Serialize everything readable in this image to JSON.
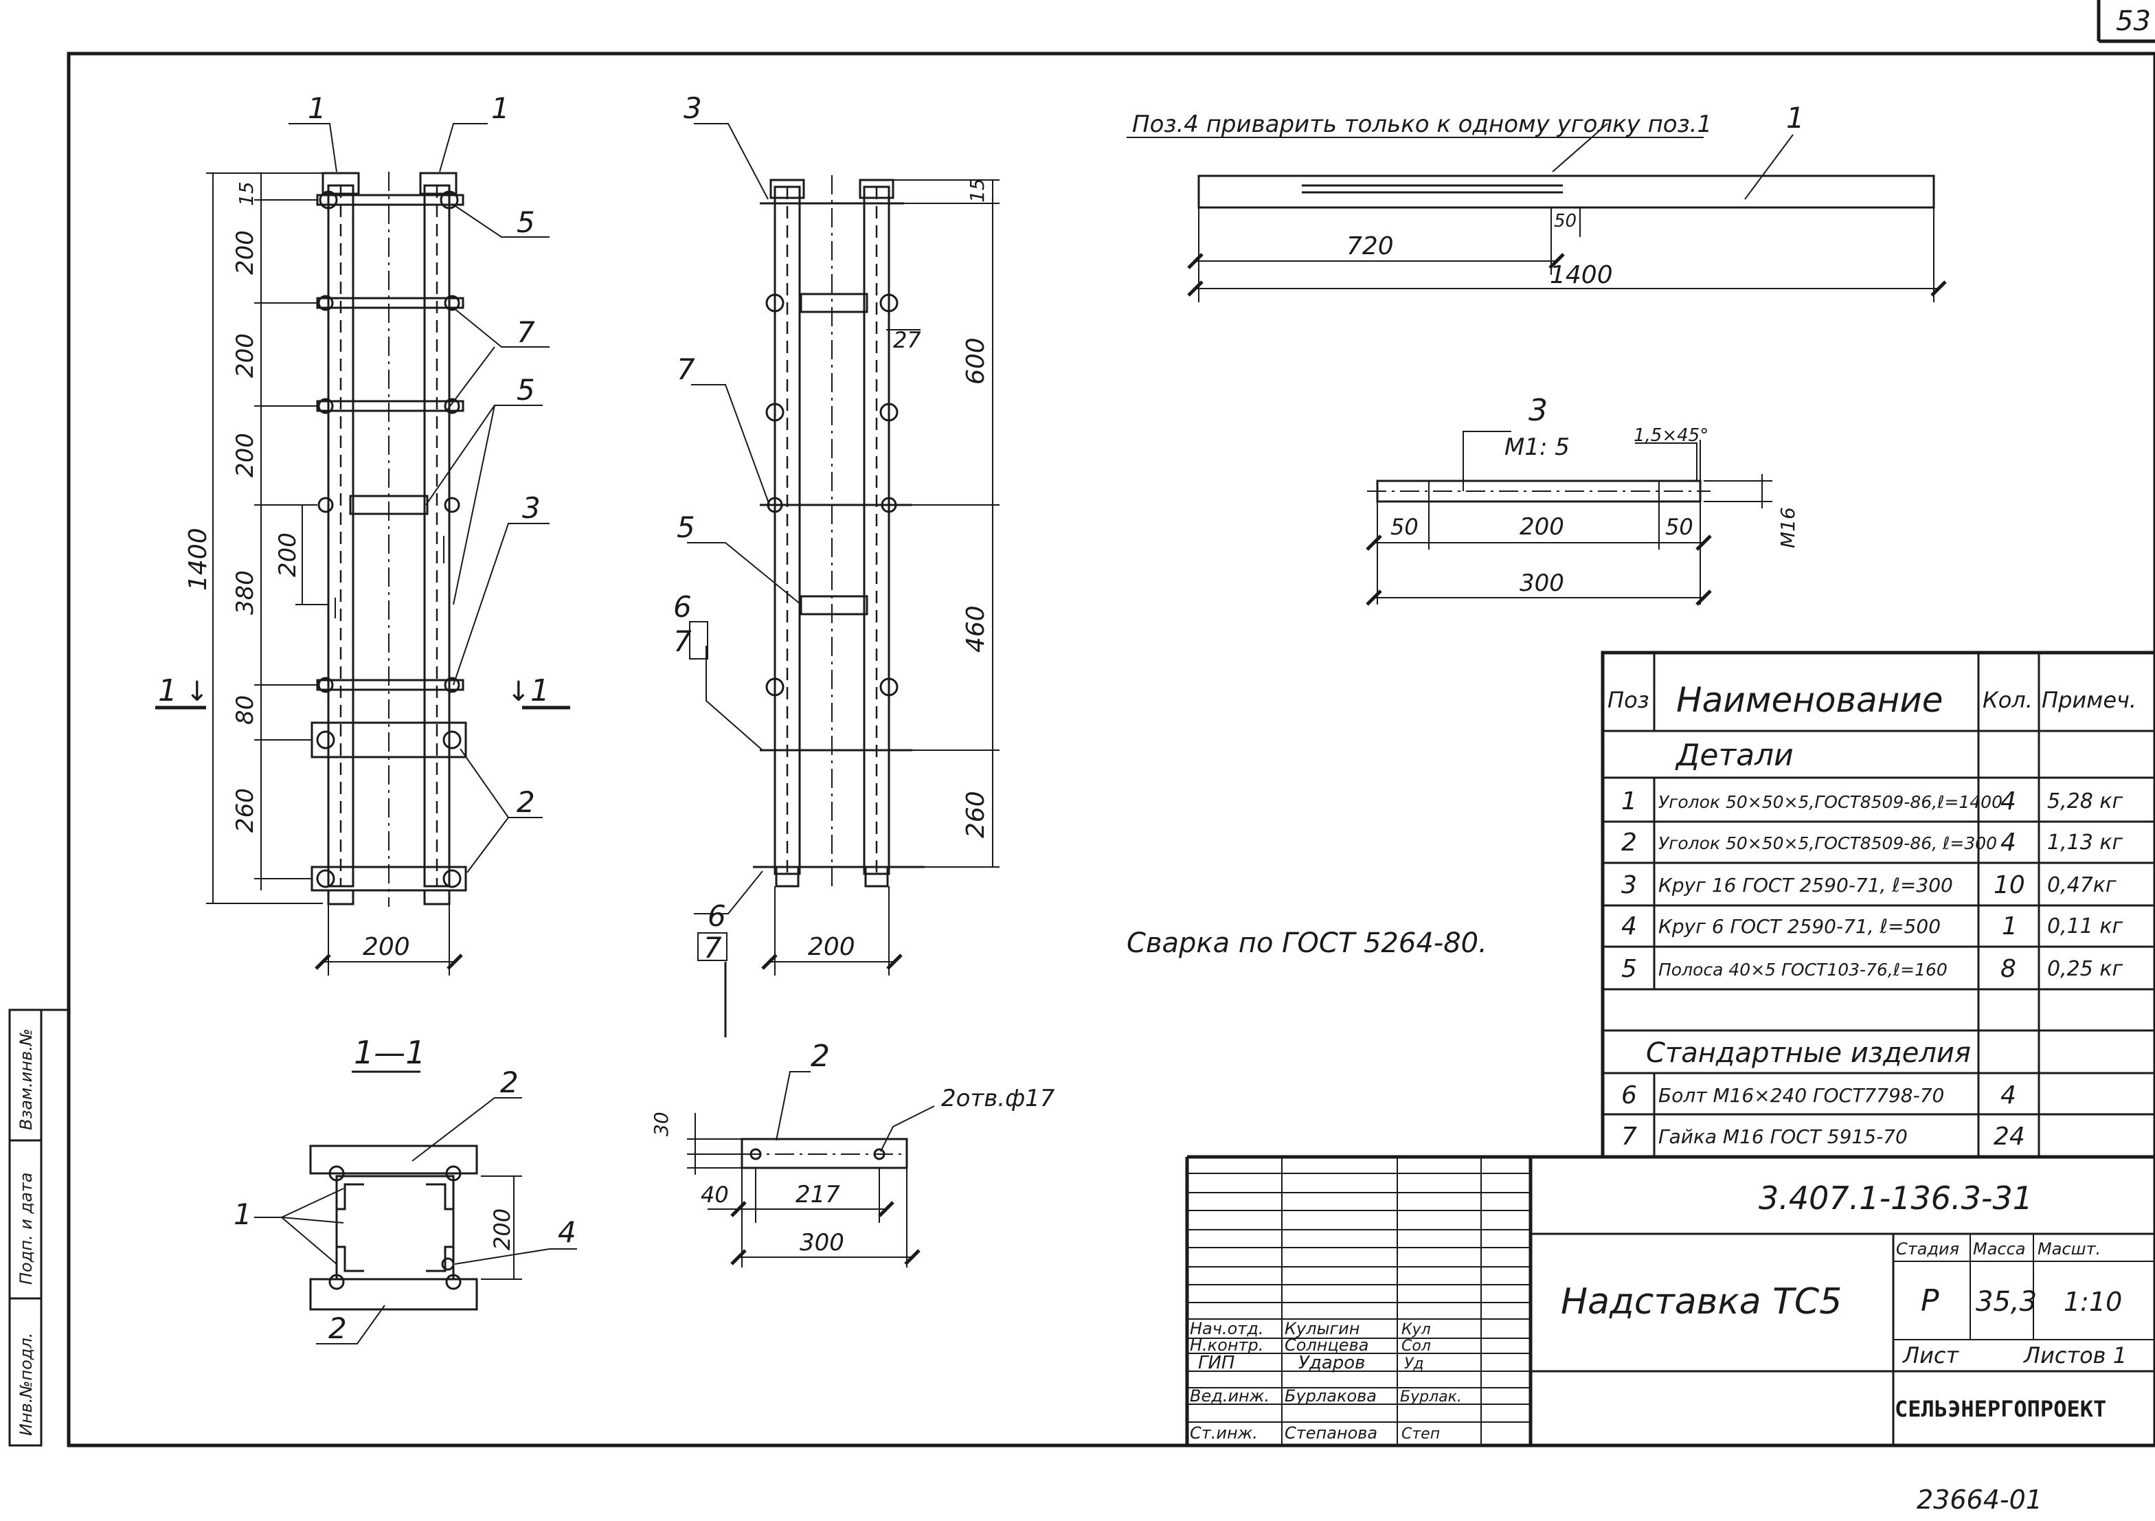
{
  "sheet": {
    "sheet_number": "53",
    "archive_number": "23664-01",
    "side_strip": [
      "Инв.№подл.",
      "Подп. и дата",
      "Взам.инв.№"
    ]
  },
  "view_front": {
    "callouts": {
      "pos1a": "1",
      "pos1b": "1",
      "pos5a": "5",
      "pos7": "7",
      "pos5b": "5",
      "pos3": "3",
      "pos2": "2"
    },
    "dims": {
      "total": "1400",
      "top": "15",
      "s1": "200",
      "s2": "200",
      "s3": "200",
      "s4": "380",
      "inner": "200",
      "s5": "80",
      "s6": "260",
      "width": "200"
    },
    "section_mark": "1",
    "section_arrow": "↓"
  },
  "view_side": {
    "callouts": {
      "pos3": "3",
      "pos7a": "7",
      "pos5": "5",
      "pos6a": "6",
      "pos7b": "7",
      "pos6b": "6",
      "pos7c": "7"
    },
    "dims": {
      "top": "15",
      "upper": "600",
      "small": "27",
      "middle": "460",
      "bottom": "260",
      "width": "200"
    }
  },
  "detail_pos4": {
    "note": "Поз.4 приварить только к одному уголку поз.1",
    "callout": "1",
    "dims": {
      "len": "720",
      "total": "1400",
      "weld": "50"
    }
  },
  "detail_pos3": {
    "label": "3",
    "scale": "М1: 5",
    "chamfer": "1,5×45°",
    "thread": "М16",
    "dims": {
      "left": "50",
      "mid": "200",
      "right": "50",
      "total": "300"
    }
  },
  "section_11": {
    "title": "1—1",
    "callouts": {
      "pos2a": "2",
      "pos1": "1",
      "pos2b": "2",
      "pos4": "4"
    },
    "dims": {
      "h": "200"
    }
  },
  "detail_pos2": {
    "label": "2",
    "holes": "2отв.ф17",
    "dims": {
      "h1": "30",
      "h2": "40",
      "spacing": "217",
      "total": "300"
    }
  },
  "welding_note": "Сварка по ГОСТ 5264-80.",
  "spec": {
    "headers": {
      "pos": "Поз",
      "name": "Наименование",
      "qty": "Кол.",
      "note": "Примеч."
    },
    "section_parts": "Детали",
    "section_std": "Стандартные изделия",
    "rows": [
      {
        "pos": "1",
        "name": "Уголок 50×50×5,ГОСТ8509-86,ℓ=1400",
        "qty": "4",
        "note": "5,28 кг"
      },
      {
        "pos": "2",
        "name": "Уголок 50×50×5,ГОСТ8509-86, ℓ=300",
        "qty": "4",
        "note": "1,13 кг"
      },
      {
        "pos": "3",
        "name": "Круг 16 ГОСТ 2590-71, ℓ=300",
        "qty": "10",
        "note": "0,47кг"
      },
      {
        "pos": "4",
        "name": "Круг 6 ГОСТ 2590-71, ℓ=500",
        "qty": "1",
        "note": "0,11 кг"
      },
      {
        "pos": "5",
        "name": "Полоса 40×5 ГОСТ103-76,ℓ=160",
        "qty": "8",
        "note": "0,25 кг"
      }
    ],
    "std_rows": [
      {
        "pos": "6",
        "name": "Болт М16×240 ГОСТ7798-70",
        "qty": "4",
        "note": ""
      },
      {
        "pos": "7",
        "name": "Гайка М16 ГОСТ 5915-70",
        "qty": "24",
        "note": ""
      }
    ]
  },
  "title_block": {
    "doc_code": "3.407.1-136.3-31",
    "title": "Надставка ТС5",
    "stage_label": "Стадия",
    "mass_label": "Масса",
    "scale_label": "Масшт.",
    "stage": "Р",
    "mass": "35,3",
    "scale": "1:10",
    "sheet_label": "Лист",
    "sheets_label": "Листов 1",
    "org": "СЕЛЬЭНЕРГОПРОЕКТ",
    "signatures": [
      {
        "role": "Нач.отд.",
        "name": "Кулыгин",
        "sign": "Кул"
      },
      {
        "role": "Н.контр.",
        "name": "Солнцева",
        "sign": "Сол"
      },
      {
        "role": "ГИП",
        "name": "Ударов",
        "sign": "Уд"
      },
      {
        "role": "Вед.инж.",
        "name": "Бурлакова",
        "sign": "Бурлак."
      },
      {
        "role": "Ст.инж.",
        "name": "Степанова",
        "sign": "Степ"
      }
    ]
  }
}
